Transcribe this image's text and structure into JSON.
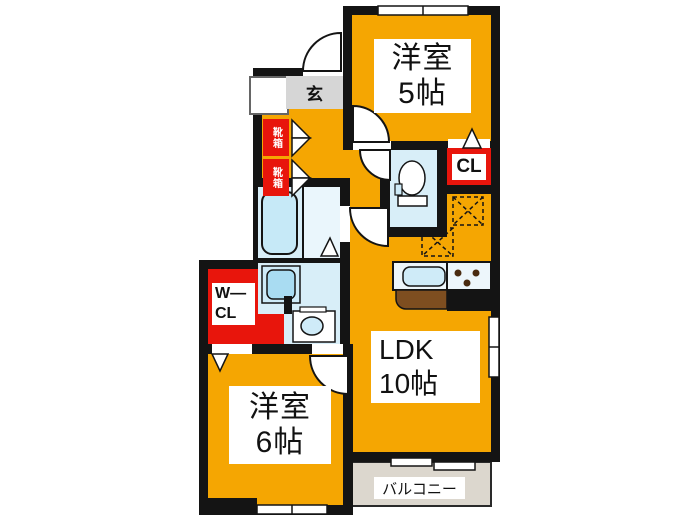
{
  "rooms": {
    "yoshitsu5": {
      "name": "洋室",
      "size": "5帖"
    },
    "yoshitsu6": {
      "name": "洋室",
      "size": "6帖"
    },
    "ldk": {
      "name": "LDK",
      "size": "10帖"
    },
    "balcony": {
      "label": "バルコニー"
    },
    "genkan": {
      "label": "玄"
    }
  },
  "storage": {
    "closet": {
      "label": "CL"
    },
    "walk_in_closet": {
      "line1": "W—",
      "line2": "CL"
    },
    "shoebox1": {
      "label": "靴箱"
    },
    "shoebox2": {
      "label": "靴箱"
    }
  },
  "colors": {
    "room_orange": "#F5A602",
    "wall_black": "#141414",
    "wet_blue": "#D8EEF8",
    "fixture_blue": "#C6E9F7",
    "label_red": "#E8150C",
    "balcony_beige": "#DCD7CE",
    "genkan_gray": "#D6D6D6",
    "counter_brown": "#7E4E20"
  }
}
